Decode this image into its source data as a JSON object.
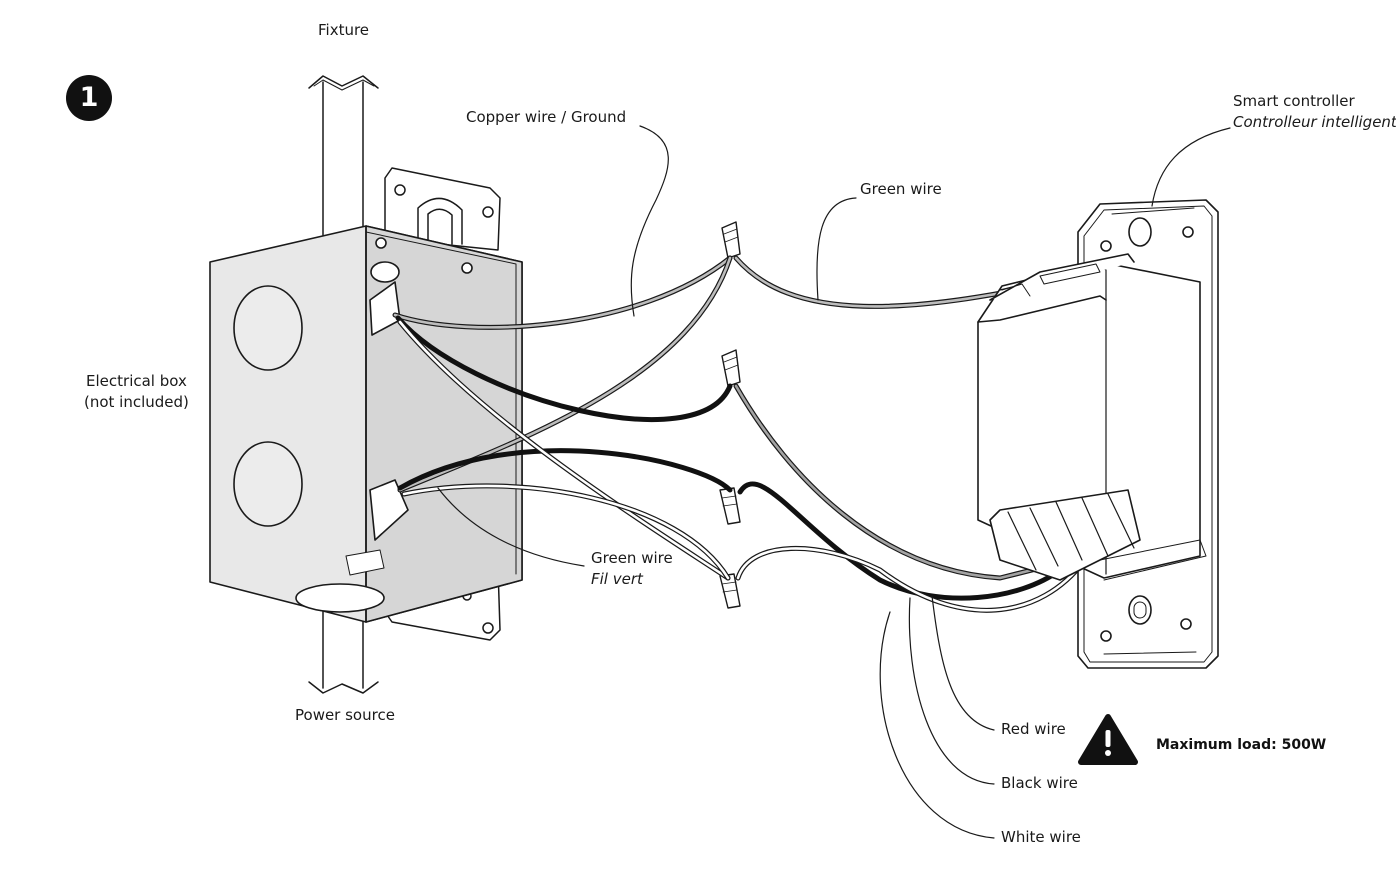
{
  "step_number": "1",
  "labels": {
    "fixture": "Fixture",
    "power_source": "Power source",
    "electrical_box_line1": "Electrical box",
    "electrical_box_line2": "(not included)",
    "copper_ground": "Copper wire / Ground",
    "green_wire_top": "Green wire",
    "green_wire_bottom": "Green wire",
    "green_wire_bottom_fr": "Fil vert",
    "smart_controller": "Smart controller",
    "smart_controller_fr": "Controlleur intelligent",
    "red_wire": "Red wire",
    "black_wire": "Black wire",
    "white_wire": "White wire"
  },
  "warning": {
    "icon": "warning-triangle-icon",
    "text": "Maximum load: 500W"
  },
  "colors": {
    "line": "#1a1a1a",
    "box_fill": "#e6e6e6",
    "box_side": "#d2d2d2",
    "red_wire": "#9a9a9a",
    "black_wire": "#111111",
    "white_wire": "#ffffff"
  }
}
